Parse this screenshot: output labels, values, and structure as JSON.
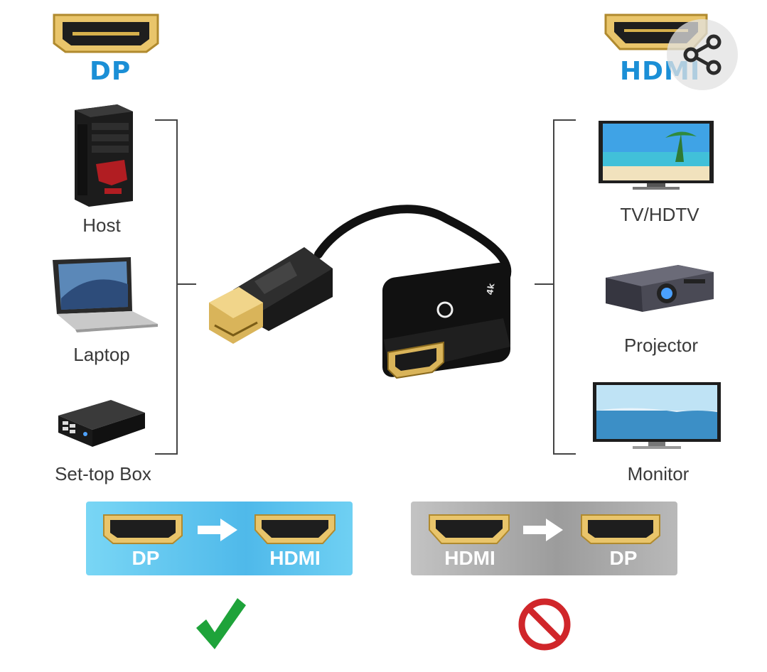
{
  "header": {
    "left_port": "DP",
    "right_port": "HDMI"
  },
  "sources": {
    "items": [
      {
        "label": "Host",
        "icon": "desktop-tower-icon"
      },
      {
        "label": "Laptop",
        "icon": "laptop-icon"
      },
      {
        "label": "Set-top Box",
        "icon": "set-top-box-icon"
      }
    ]
  },
  "displays": {
    "items": [
      {
        "label": "TV/HDTV",
        "icon": "tv-icon"
      },
      {
        "label": "Projector",
        "icon": "projector-icon"
      },
      {
        "label": "Monitor",
        "icon": "monitor-icon"
      }
    ]
  },
  "product": {
    "badge": "4k",
    "icon": "dp-to-hdmi-adapter-icon"
  },
  "directions": {
    "supported": {
      "from": "DP",
      "to": "HDMI",
      "status_icon": "checkmark-icon"
    },
    "unsupported": {
      "from": "HDMI",
      "to": "DP",
      "status_icon": "prohibited-icon"
    }
  },
  "colors": {
    "port_title": "#1b8fd6",
    "supported_banner": "#57c3ee",
    "unsupported_banner": "#a8a8a8",
    "check": "#1ea33a",
    "prohibit": "#d0262a",
    "connector_gold": "#d9b45a"
  },
  "share": {
    "icon": "share-icon"
  }
}
